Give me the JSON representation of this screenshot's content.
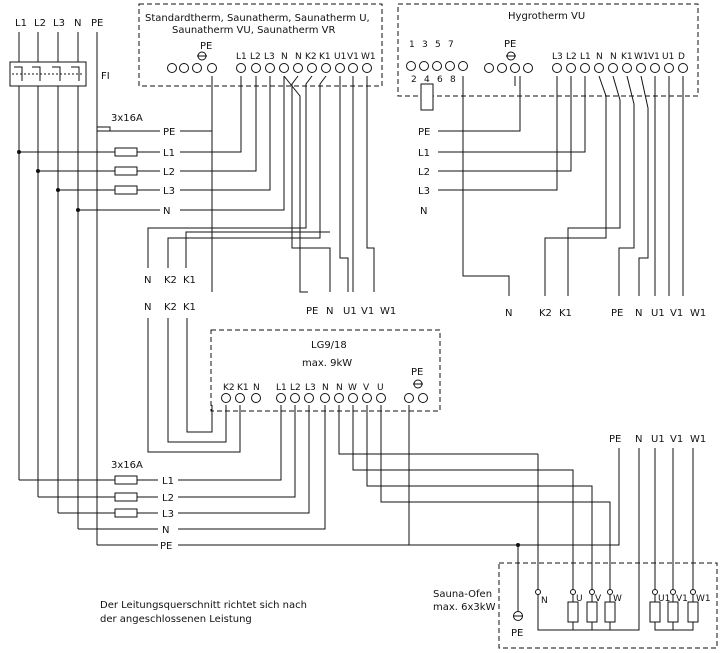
{
  "main_supply": {
    "labels": [
      "L1",
      "L2",
      "L3",
      "N",
      "PE"
    ],
    "switch_label": "FI"
  },
  "top_left_feed": {
    "fuse_rating": "3x16A",
    "lines": [
      "PE",
      "L1",
      "L2",
      "L3",
      "N"
    ]
  },
  "unit_standard": {
    "title_line1": "Standardtherm, Saunatherm, Saunatherm U,",
    "title_line2": "Saunatherm VU, Saunatherm VR",
    "pe_label": "PE",
    "terminals": [
      "L1",
      "L2",
      "L3",
      "N",
      "N",
      "K2",
      "K1",
      "U1",
      "V1",
      "W1"
    ]
  },
  "unit_hygro": {
    "title": "Hygrotherm VU",
    "top_numbers": [
      "1",
      "3",
      "5",
      "7"
    ],
    "bottom_numbers": [
      "2",
      "4",
      "6",
      "8"
    ],
    "pe_label": "PE",
    "terminals": [
      "L3",
      "L2",
      "L1",
      "N",
      "N",
      "K1",
      "W1",
      "V1",
      "U1",
      "D"
    ]
  },
  "hygro_feed_lines": [
    "PE",
    "L1",
    "L2",
    "L3",
    "N"
  ],
  "mid_labels": {
    "row1": [
      "N",
      "K2",
      "K1"
    ],
    "row2": [
      "N",
      "K2",
      "K1"
    ],
    "standard_outputs": [
      "PE",
      "N",
      "U1",
      "V1",
      "W1"
    ],
    "hygro_outputs": [
      "N",
      "K2",
      "K1",
      "PE",
      "N",
      "U1",
      "V1",
      "W1"
    ]
  },
  "lg_unit": {
    "title": "LG9/18",
    "subtitle": "max. 9kW",
    "terminals": [
      "K2",
      "K1",
      "N",
      "L1",
      "L2",
      "L3",
      "N",
      "N",
      "W",
      "V",
      "U"
    ],
    "pe_label": "PE"
  },
  "bottom_feed": {
    "fuse_rating": "3x16A",
    "lines": [
      "L1",
      "L2",
      "L3",
      "N",
      "PE"
    ]
  },
  "heater_top_labels": [
    "PE",
    "N",
    "U1",
    "V1",
    "W1"
  ],
  "heater": {
    "title_line1": "Sauna-Ofen",
    "title_line2": "max. 6x3kW",
    "left_labels": [
      "N",
      "U",
      "V",
      "W"
    ],
    "right_labels": [
      "U1",
      "V1",
      "W1"
    ],
    "pe_label": "PE"
  },
  "note": {
    "line1": "Der Leitungsquerschnitt richtet sich nach",
    "line2": "der angeschlossenen Leistung"
  }
}
